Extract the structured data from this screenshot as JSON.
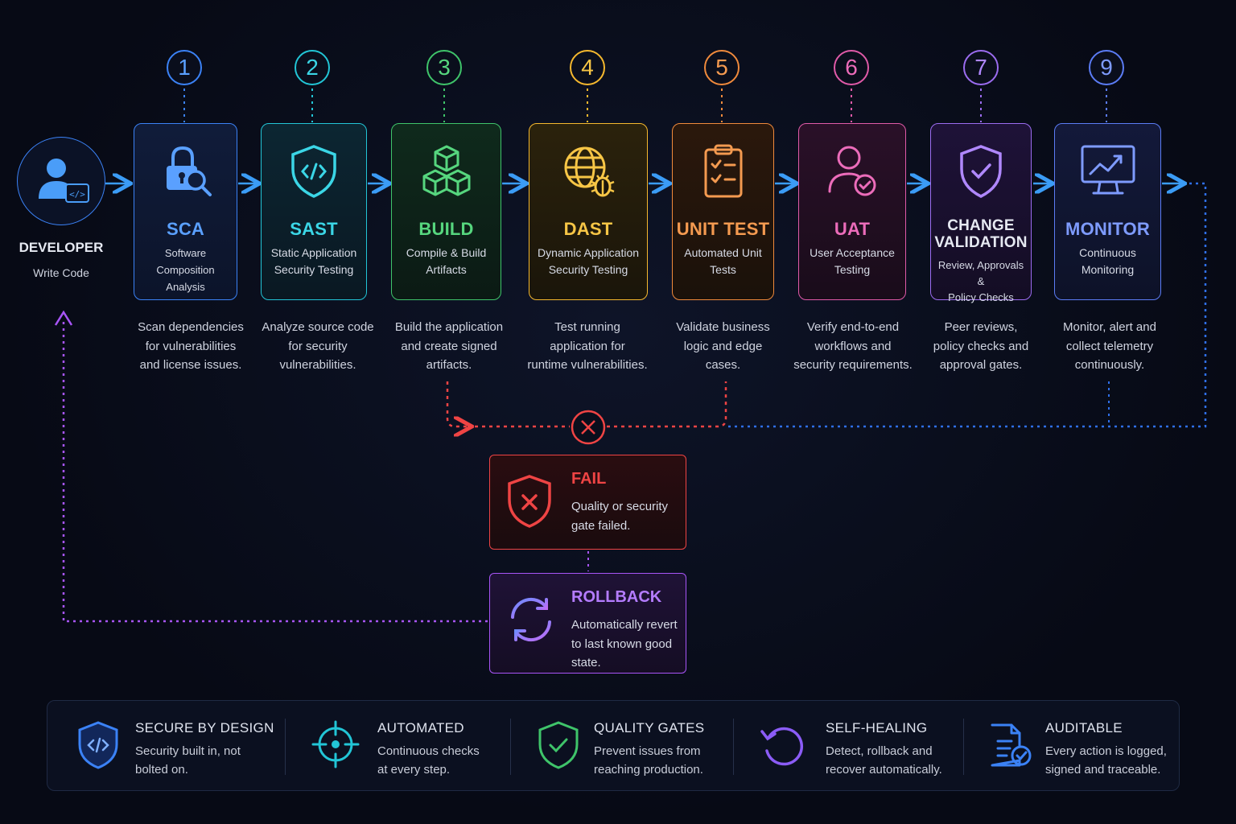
{
  "developer": {
    "title": "DEVELOPER",
    "subtitle": "Write Code"
  },
  "stages": [
    {
      "num": "1",
      "title": "SCA",
      "sub": [
        "Software Composition",
        "Analysis"
      ],
      "desc": [
        "Scan dependencies",
        "for vulnerabilities",
        "and license issues."
      ],
      "color": "#3b82f6",
      "icon": "lock-search-icon"
    },
    {
      "num": "2",
      "title": "SAST",
      "sub": [
        "Static Application",
        "Security Testing"
      ],
      "desc": [
        "Analyze source code",
        "for security",
        "vulnerabilities."
      ],
      "color": "#22c5d6",
      "icon": "shield-code-icon"
    },
    {
      "num": "3",
      "title": "BUILD",
      "sub": [
        "Compile & Build",
        "Artifacts"
      ],
      "desc": [
        "Build the application",
        "and create signed",
        "artifacts."
      ],
      "color": "#3fc46a",
      "icon": "cubes-icon"
    },
    {
      "num": "4",
      "title": "DAST",
      "sub": [
        "Dynamic Application",
        "Security Testing"
      ],
      "desc": [
        "Test running",
        "application for",
        "runtime vulnerabilities."
      ],
      "color": "#f5b82e",
      "icon": "globe-bug-icon"
    },
    {
      "num": "5",
      "title": "UNIT TEST",
      "sub": [
        "Automated Unit",
        "Tests"
      ],
      "desc": [
        "Validate business",
        "logic and edge",
        "cases."
      ],
      "color": "#f08a3c",
      "icon": "clipboard-check-icon"
    },
    {
      "num": "6",
      "title": "UAT",
      "sub": [
        "User Acceptance",
        "Testing"
      ],
      "desc": [
        "Verify end-to-end",
        "workflows and",
        "security requirements."
      ],
      "color": "#e05aa8",
      "icon": "user-check-icon"
    },
    {
      "num": "7",
      "title": [
        "CHANGE",
        "VALIDATION"
      ],
      "sub": [
        "Review, Approvals &",
        "Policy Checks"
      ],
      "desc": [
        "Peer reviews,",
        "policy checks and",
        "approval gates."
      ],
      "color": "#9b6cf0",
      "icon": "shield-check-icon"
    },
    {
      "num": "9",
      "title": "MONITOR",
      "sub": [
        "Continuous",
        "Monitoring"
      ],
      "desc": [
        "Monitor, alert and",
        "collect telemetry",
        "continuously."
      ],
      "color": "#5b7cf5",
      "icon": "monitor-chart-icon"
    }
  ],
  "fail": {
    "title": "FAIL",
    "desc": [
      "Quality or security",
      "gate failed."
    ],
    "color": "#ef4444"
  },
  "rollback": {
    "title": "ROLLBACK",
    "desc": [
      "Automatically revert",
      "to last known good",
      "state."
    ],
    "color": "#a855f7"
  },
  "features": [
    {
      "title": "SECURE BY DESIGN",
      "desc": [
        "Security built in, not",
        "bolted on."
      ],
      "icon": "shield-code-icon",
      "color": "#3b82f6"
    },
    {
      "title": "AUTOMATED",
      "desc": [
        "Continuous checks",
        "at every step."
      ],
      "icon": "target-icon",
      "color": "#22c5d6"
    },
    {
      "title": "QUALITY GATES",
      "desc": [
        "Prevent issues from",
        "reaching production."
      ],
      "icon": "shield-check-icon",
      "color": "#3fc46a"
    },
    {
      "title": "SELF-HEALING",
      "desc": [
        "Detect, rollback and",
        "recover automatically."
      ],
      "icon": "refresh-icon",
      "color": "#8b5cf6"
    },
    {
      "title": "AUDITABLE",
      "desc": [
        "Every action is logged,",
        "signed and traceable."
      ],
      "icon": "document-check-icon",
      "color": "#3b82f6"
    }
  ]
}
